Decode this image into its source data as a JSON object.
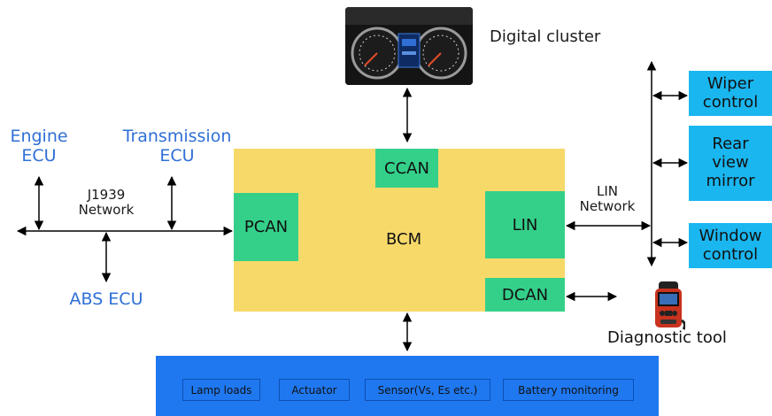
{
  "modules": {
    "digital_cluster": "Digital cluster",
    "engine_ecu": "Engine\nECU",
    "transmission_ecu": "Transmission\nECU",
    "abs_ecu": "ABS ECU",
    "j1939_network": "J1939\nNetwork",
    "lin_network": "LIN\nNetwork",
    "diagnostic_tool": "Diagnostic tool"
  },
  "bcm": {
    "title": "BCM",
    "ccan": "CCAN",
    "pcan": "PCAN",
    "lin": "LIN",
    "dcan": "DCAN"
  },
  "lin_devices": [
    "Wiper\ncontrol",
    "Rear\nview\nmirror",
    "Window\ncontrol"
  ],
  "peripherals": [
    "Lamp loads",
    "Actuator",
    "Sensor(Vs, Es etc.)",
    "Battery monitoring"
  ],
  "colors": {
    "bcm": "#f7d96a",
    "can_port": "#34d08a",
    "lin_device": "#1ab6f0",
    "peripheral_bar": "#1f78f0",
    "ecu_label": "#2f6fd6"
  }
}
